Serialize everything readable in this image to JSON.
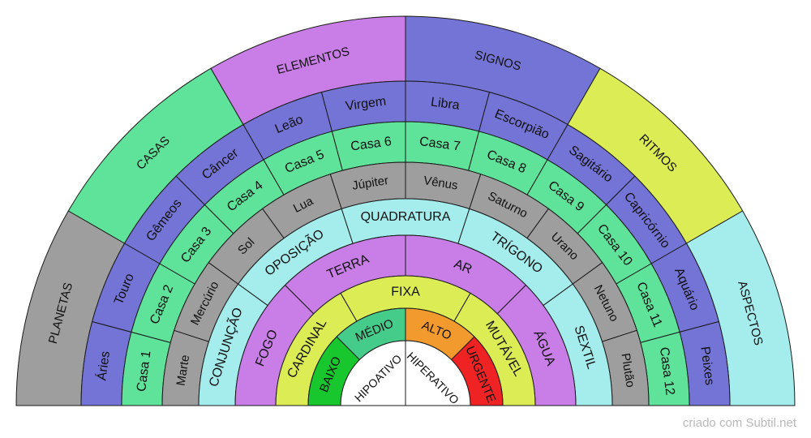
{
  "credit": "criado com Subtil.net",
  "colors": {
    "purple": "#c87ee6",
    "blue": "#7474d6",
    "green": "#5fe29a",
    "lime": "#dcec55",
    "gray": "#9e9e9e",
    "cyan": "#a5ecec",
    "darkgreen": "#17c72d",
    "orange": "#f29a2d",
    "red": "#ef2323",
    "medgreen": "#46cc8a",
    "white": "#ffffff"
  },
  "rings": [
    {
      "name": "categorias",
      "segments": [
        {
          "label": "PLANETAS",
          "color": "gray"
        },
        {
          "label": "CASAS",
          "color": "green"
        },
        {
          "label": "ELEMENTOS",
          "color": "purple"
        },
        {
          "label": "SIGNOS",
          "color": "blue"
        },
        {
          "label": "RITMOS",
          "color": "lime"
        },
        {
          "label": "ASPECTOS",
          "color": "cyan"
        }
      ]
    },
    {
      "name": "signos",
      "segments": [
        {
          "label": "Áries",
          "color": "blue"
        },
        {
          "label": "Touro",
          "color": "blue"
        },
        {
          "label": "Gêmeos",
          "color": "blue"
        },
        {
          "label": "Câncer",
          "color": "blue"
        },
        {
          "label": "Leão",
          "color": "blue"
        },
        {
          "label": "Virgem",
          "color": "blue"
        },
        {
          "label": "Libra",
          "color": "blue"
        },
        {
          "label": "Escorpião",
          "color": "blue"
        },
        {
          "label": "Sagitário",
          "color": "blue"
        },
        {
          "label": "Capricórnio",
          "color": "blue"
        },
        {
          "label": "Aquário",
          "color": "blue"
        },
        {
          "label": "Peixes",
          "color": "blue"
        }
      ]
    },
    {
      "name": "casas",
      "segments": [
        {
          "label": "Casa 1",
          "color": "green"
        },
        {
          "label": "Casa 2",
          "color": "green"
        },
        {
          "label": "Casa 3",
          "color": "green"
        },
        {
          "label": "Casa 4",
          "color": "green"
        },
        {
          "label": "Casa 5",
          "color": "green"
        },
        {
          "label": "Casa 6",
          "color": "green"
        },
        {
          "label": "Casa 7",
          "color": "green"
        },
        {
          "label": "Casa 8",
          "color": "green"
        },
        {
          "label": "Casa 9",
          "color": "green"
        },
        {
          "label": "Casa 10",
          "color": "green"
        },
        {
          "label": "Casa 11",
          "color": "green"
        },
        {
          "label": "Casa 12",
          "color": "green"
        }
      ]
    },
    {
      "name": "planetas",
      "segments": [
        {
          "label": "Marte",
          "color": "gray"
        },
        {
          "label": "Mercúrio",
          "color": "gray"
        },
        {
          "label": "Sol",
          "color": "gray"
        },
        {
          "label": "Lua",
          "color": "gray"
        },
        {
          "label": "Júpiter",
          "color": "gray"
        },
        {
          "label": "Vênus",
          "color": "gray"
        },
        {
          "label": "Saturno",
          "color": "gray"
        },
        {
          "label": "Urano",
          "color": "gray"
        },
        {
          "label": "Netuno",
          "color": "gray"
        },
        {
          "label": "Plutão",
          "color": "gray"
        }
      ]
    },
    {
      "name": "aspectos",
      "segments": [
        {
          "label": "CONJUNÇÃO",
          "color": "cyan"
        },
        {
          "label": "OPOSIÇÃO",
          "color": "cyan"
        },
        {
          "label": "QUADRATURA",
          "color": "cyan"
        },
        {
          "label": "TRÍGONO",
          "color": "cyan"
        },
        {
          "label": "SEXTIL",
          "color": "cyan"
        }
      ]
    },
    {
      "name": "elementos",
      "segments": [
        {
          "label": "FOGO",
          "color": "purple"
        },
        {
          "label": "TERRA",
          "color": "purple"
        },
        {
          "label": "AR",
          "color": "purple"
        },
        {
          "label": "ÁGUA",
          "color": "purple"
        }
      ]
    },
    {
      "name": "ritmos",
      "segments": [
        {
          "label": "CARDINAL",
          "color": "lime"
        },
        {
          "label": "FIXA",
          "color": "lime"
        },
        {
          "label": "MUTÁVEL",
          "color": "lime"
        }
      ]
    },
    {
      "name": "niveis",
      "segments": [
        {
          "label": "BAIXO",
          "color": "darkgreen"
        },
        {
          "label": "MÉDIO",
          "color": "medgreen"
        },
        {
          "label": "ALTO",
          "color": "orange"
        },
        {
          "label": "URGENTE",
          "color": "red"
        }
      ]
    },
    {
      "name": "atividade",
      "segments": [
        {
          "label": "HIPOATIVO",
          "color": "white"
        },
        {
          "label": "HIPERATIVO",
          "color": "white"
        }
      ]
    }
  ]
}
